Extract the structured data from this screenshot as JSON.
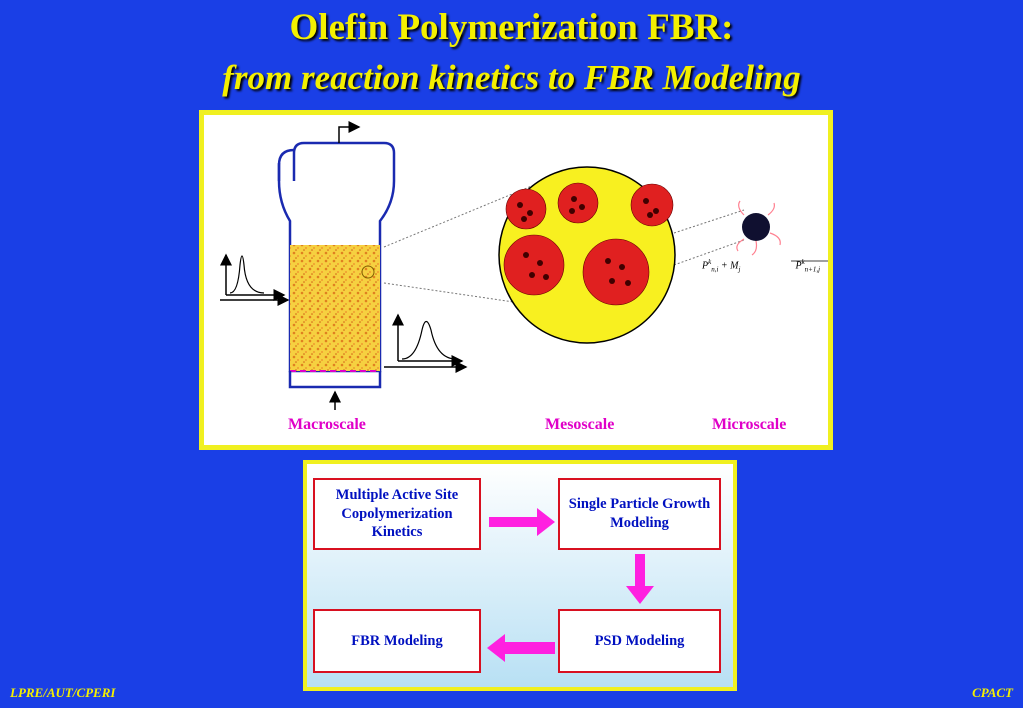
{
  "slide": {
    "title_line1": "Olefin Polymerization FBR:",
    "title_line2": "from reaction kinetics to FBR Modeling",
    "scales": {
      "macro": "Macroscale",
      "meso": "Mesoscale",
      "micro": "Microscale"
    },
    "flow": {
      "box1": "Multiple Active Site Copolymerization Kinetics",
      "box2": "Single Particle Growth Modeling",
      "box3": "PSD Modeling",
      "box4": "FBR Modeling"
    },
    "footer_left": "LPRE/AUT/CPERI",
    "footer_right": "CPACT"
  },
  "colors": {
    "background": "#1a3fe6",
    "title": "#f4f000",
    "scale_label": "#e000c8",
    "arrow": "#ff20e0",
    "box_border": "#d81020",
    "box_text": "#0010c0"
  }
}
